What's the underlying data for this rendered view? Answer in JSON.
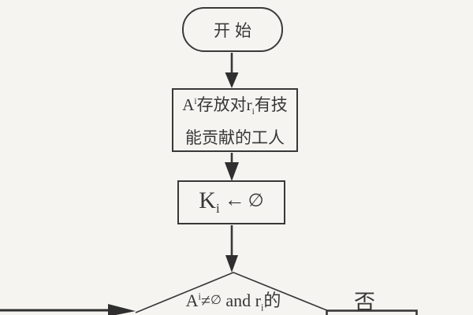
{
  "flowchart": {
    "colors": {
      "background": "#f5f4f1",
      "line": "#383838",
      "text": "#373737"
    },
    "nodes": {
      "start": {
        "type": "terminator",
        "label": "开始"
      },
      "assign_workers": {
        "type": "process",
        "line1": {
          "base1": "A",
          "sup1": "i",
          "mid": "存放对",
          "base2": "r",
          "sub2": "i",
          "tail": "有技"
        },
        "line2": "能贡献的工人"
      },
      "init_k": {
        "type": "process",
        "var": "K",
        "var_sub": "i",
        "assign_arrow": "←",
        "empty_set": "∅"
      },
      "condition": {
        "type": "decision",
        "base1": "A",
        "sup1": "i",
        "neq": "≠",
        "empty_set": "∅",
        "mid": " and ",
        "base2": "r",
        "sub2": "i",
        "tail": "的"
      },
      "bottom_right_box": {
        "type": "process",
        "label": ""
      }
    },
    "edge_labels": {
      "no": "否"
    }
  }
}
